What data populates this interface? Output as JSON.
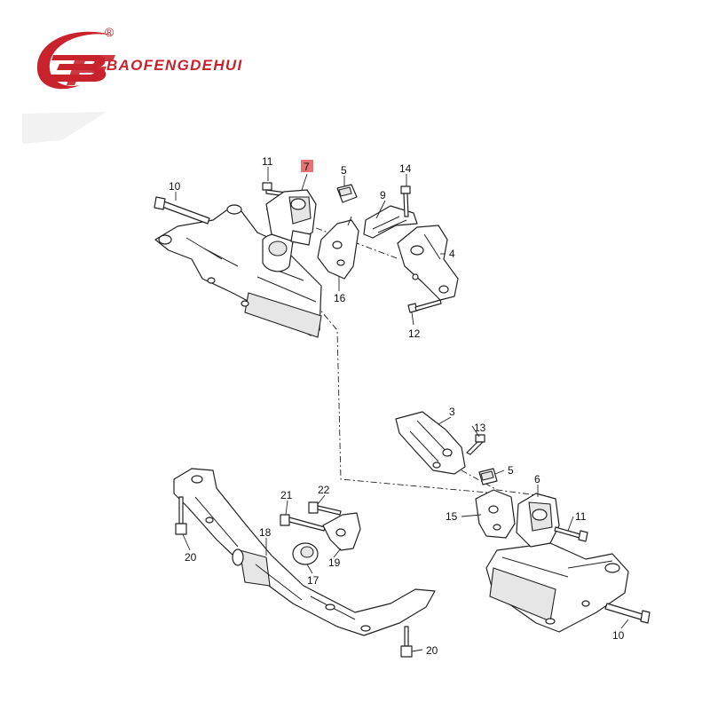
{
  "brand": {
    "name": "BAOFENGDEHUI",
    "registered_mark": "®",
    "accent_color": "#c8232c"
  },
  "diagram": {
    "highlight_color": "#e05a5a",
    "callouts": [
      {
        "id": "c11a",
        "text": "11"
      },
      {
        "id": "c7",
        "text": "7",
        "highlighted": true
      },
      {
        "id": "c5a",
        "text": "5"
      },
      {
        "id": "c14",
        "text": "14"
      },
      {
        "id": "c10a",
        "text": "10"
      },
      {
        "id": "c9",
        "text": "9"
      },
      {
        "id": "c4",
        "text": "4"
      },
      {
        "id": "c16",
        "text": "16"
      },
      {
        "id": "c12",
        "text": "12"
      },
      {
        "id": "c3",
        "text": "3"
      },
      {
        "id": "c13",
        "text": "13"
      },
      {
        "id": "c5b",
        "text": "5"
      },
      {
        "id": "c6",
        "text": "6"
      },
      {
        "id": "c15",
        "text": "15"
      },
      {
        "id": "c11b",
        "text": "11"
      },
      {
        "id": "c21",
        "text": "21"
      },
      {
        "id": "c22",
        "text": "22"
      },
      {
        "id": "c18",
        "text": "18"
      },
      {
        "id": "c19",
        "text": "19"
      },
      {
        "id": "c17",
        "text": "17"
      },
      {
        "id": "c20a",
        "text": "20"
      },
      {
        "id": "c20b",
        "text": "20"
      },
      {
        "id": "c10b",
        "text": "10"
      }
    ]
  }
}
